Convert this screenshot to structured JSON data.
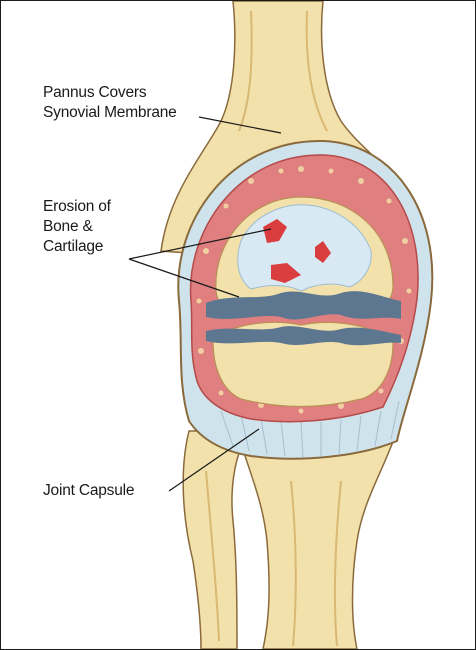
{
  "labels": {
    "pannus": [
      "Pannus Covers",
      "Synovial Membrane"
    ],
    "erosion": [
      "Erosion of",
      "Bone &",
      "Cartilage"
    ],
    "capsule": [
      "Joint Capsule"
    ]
  },
  "colors": {
    "bone": "#f3e1ab",
    "bone_shadow": "#d9b873",
    "capsule": "#cfe3ec",
    "synovium": "#e07f7f",
    "cartilage": "#d8e9f4",
    "joint_space": "#5e7791",
    "erosion": "#d93d3d",
    "outline": "#8a6a3c"
  }
}
